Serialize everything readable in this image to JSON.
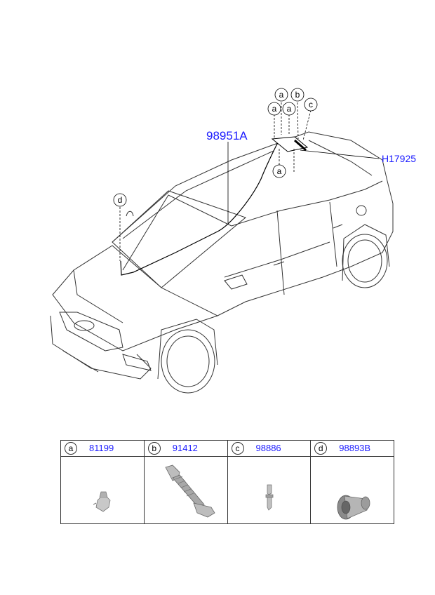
{
  "diagram": {
    "main_part": "98951A",
    "ref_part": "H17925",
    "callouts": [
      "a",
      "b",
      "a",
      "a",
      "c",
      "a",
      "d"
    ]
  },
  "parts_table": [
    {
      "letter": "a",
      "part_no": "81199"
    },
    {
      "letter": "b",
      "part_no": "91412"
    },
    {
      "letter": "c",
      "part_no": "98886"
    },
    {
      "letter": "d",
      "part_no": "98893B"
    }
  ]
}
